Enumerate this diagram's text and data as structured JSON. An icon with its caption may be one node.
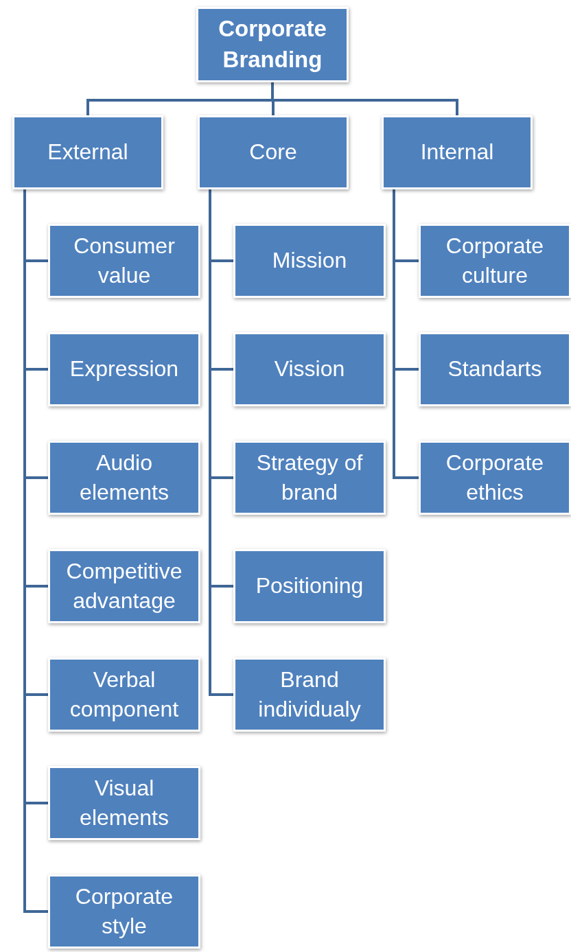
{
  "diagram": {
    "nodes": [
      {
        "text": [
          "Corporate Branding"
        ]
      },
      {
        "text": [
          "External"
        ]
      },
      {
        "text": [
          "Core"
        ]
      },
      {
        "text": [
          "Internal"
        ]
      },
      {
        "text": [
          "Consumer value"
        ]
      },
      {
        "text": [
          "Expression"
        ]
      },
      {
        "text": [
          "Audio elements"
        ]
      },
      {
        "text": [
          "Competitive advantage"
        ]
      },
      {
        "text": [
          "Verbal component"
        ]
      },
      {
        "text": [
          "Visual elements"
        ]
      },
      {
        "text": [
          "Corporate style"
        ]
      },
      {
        "text": [
          "Mission"
        ]
      },
      {
        "text": [
          "Vission"
        ]
      },
      {
        "text": [
          "Strategy of brand"
        ]
      },
      {
        "text": [
          "Positioning"
        ]
      },
      {
        "text": [
          "Brand individualy"
        ]
      },
      {
        "text": [
          "Corporate culture"
        ]
      },
      {
        "text": [
          "Standarts"
        ]
      },
      {
        "text": [
          "Corporate ethics"
        ]
      }
    ],
    "edges": [
      {
        "from": 0,
        "to": 1,
        "arrow": "none"
      },
      {
        "from": 0,
        "to": 2,
        "arrow": "none"
      },
      {
        "from": 0,
        "to": 3,
        "arrow": "none"
      },
      {
        "from": 1,
        "to": 4,
        "arrow": "none"
      },
      {
        "from": 1,
        "to": 5,
        "arrow": "none"
      },
      {
        "from": 1,
        "to": 6,
        "arrow": "none"
      },
      {
        "from": 1,
        "to": 7,
        "arrow": "none"
      },
      {
        "from": 1,
        "to": 8,
        "arrow": "none"
      },
      {
        "from": 1,
        "to": 9,
        "arrow": "none"
      },
      {
        "from": 1,
        "to": 10,
        "arrow": "none"
      },
      {
        "from": 2,
        "to": 11,
        "arrow": "none"
      },
      {
        "from": 2,
        "to": 12,
        "arrow": "none"
      },
      {
        "from": 2,
        "to": 13,
        "arrow": "none"
      },
      {
        "from": 2,
        "to": 14,
        "arrow": "none"
      },
      {
        "from": 2,
        "to": 15,
        "arrow": "none"
      },
      {
        "from": 3,
        "to": 16,
        "arrow": "none"
      },
      {
        "from": 3,
        "to": 17,
        "arrow": "none"
      },
      {
        "from": 3,
        "to": 18,
        "arrow": "none"
      }
    ]
  }
}
